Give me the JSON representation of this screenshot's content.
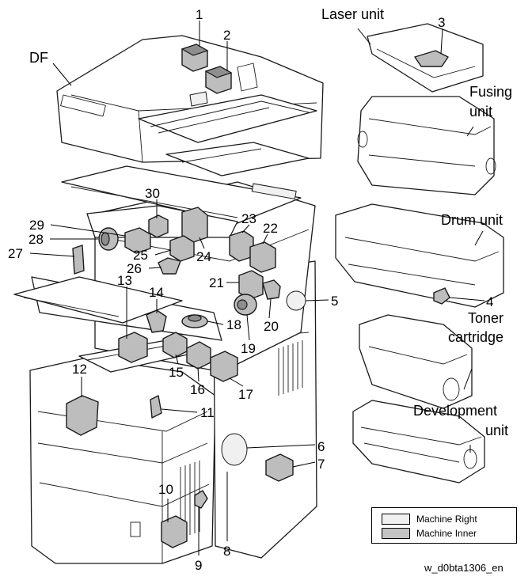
{
  "labels": {
    "df": "DF",
    "laser_unit": "Laser unit",
    "fusing_unit": [
      "Fusing",
      "unit"
    ],
    "drum_unit": "Drum unit",
    "toner_cartridge": [
      "Toner",
      "cartridge"
    ],
    "development_unit": [
      "Development",
      "unit"
    ]
  },
  "callouts": [
    "1",
    "2",
    "3",
    "4",
    "5",
    "6",
    "7",
    "8",
    "9",
    "10",
    "11",
    "12",
    "13",
    "14",
    "15",
    "16",
    "17",
    "18",
    "19",
    "20",
    "21",
    "22",
    "23",
    "24",
    "25",
    "26",
    "27",
    "28",
    "29",
    "30"
  ],
  "legend": {
    "items": [
      {
        "label": "Machine Right",
        "color": "#f0f0f0"
      },
      {
        "label": "Machine Inner",
        "color": "#c4c4c4"
      }
    ]
  },
  "figure_id": "w_d0bta1306_en"
}
